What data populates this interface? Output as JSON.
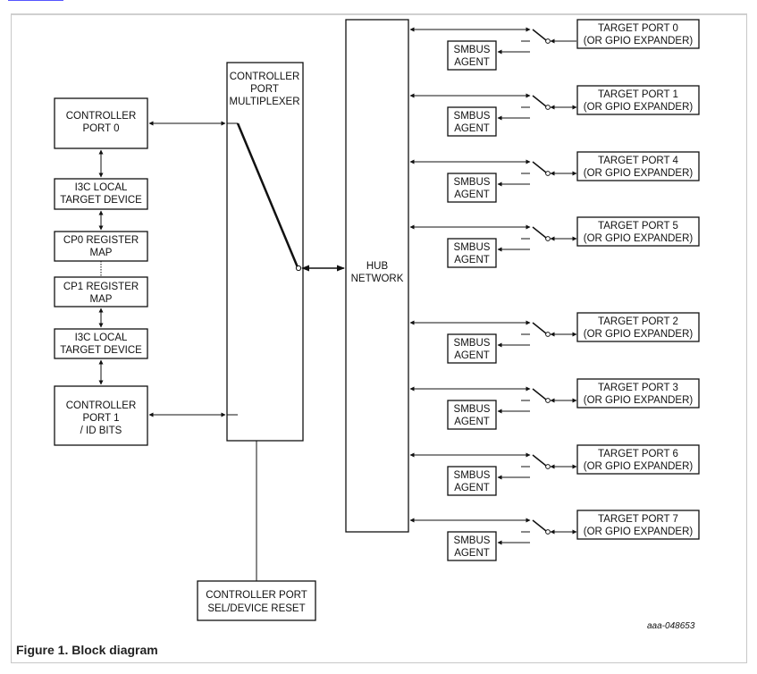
{
  "figure": {
    "caption": "Figure 1.  Block diagram",
    "figure_id": "aaa-048653"
  },
  "left_blocks": {
    "controller_port_0": [
      "CONTROLLER",
      "PORT 0"
    ],
    "i3c_local_0": [
      "I3C LOCAL",
      "TARGET DEVICE"
    ],
    "cp0_register_map": [
      "CP0 REGISTER",
      "MAP"
    ],
    "cp1_register_map": [
      "CP1 REGISTER",
      "MAP"
    ],
    "i3c_local_1": [
      "I3C LOCAL",
      "TARGET DEVICE"
    ],
    "controller_port_1": [
      "CONTROLLER",
      "PORT 1",
      "/ ID BITS"
    ]
  },
  "multiplexer": [
    "CONTROLLER",
    "PORT",
    "MULTIPLEXER"
  ],
  "hub": [
    "HUB",
    "NETWORK"
  ],
  "controller_sel": [
    "CONTROLLER PORT",
    "SEL/DEVICE RESET"
  ],
  "smbus_label": [
    "SMBUS",
    "AGENT"
  ],
  "target_ports": [
    {
      "name": "TARGET PORT 0",
      "sub": "(OR GPIO EXPANDER)"
    },
    {
      "name": "TARGET PORT 1",
      "sub": "(OR GPIO EXPANDER)"
    },
    {
      "name": "TARGET PORT 4",
      "sub": "(OR GPIO EXPANDER)"
    },
    {
      "name": "TARGET PORT 5",
      "sub": "(OR GPIO EXPANDER)"
    },
    {
      "name": "TARGET PORT 2",
      "sub": "(OR GPIO EXPANDER)"
    },
    {
      "name": "TARGET PORT 3",
      "sub": "(OR GPIO EXPANDER)"
    },
    {
      "name": "TARGET PORT 6",
      "sub": "(OR GPIO EXPANDER)"
    },
    {
      "name": "TARGET PORT 7",
      "sub": "(OR GPIO EXPANDER)"
    }
  ]
}
